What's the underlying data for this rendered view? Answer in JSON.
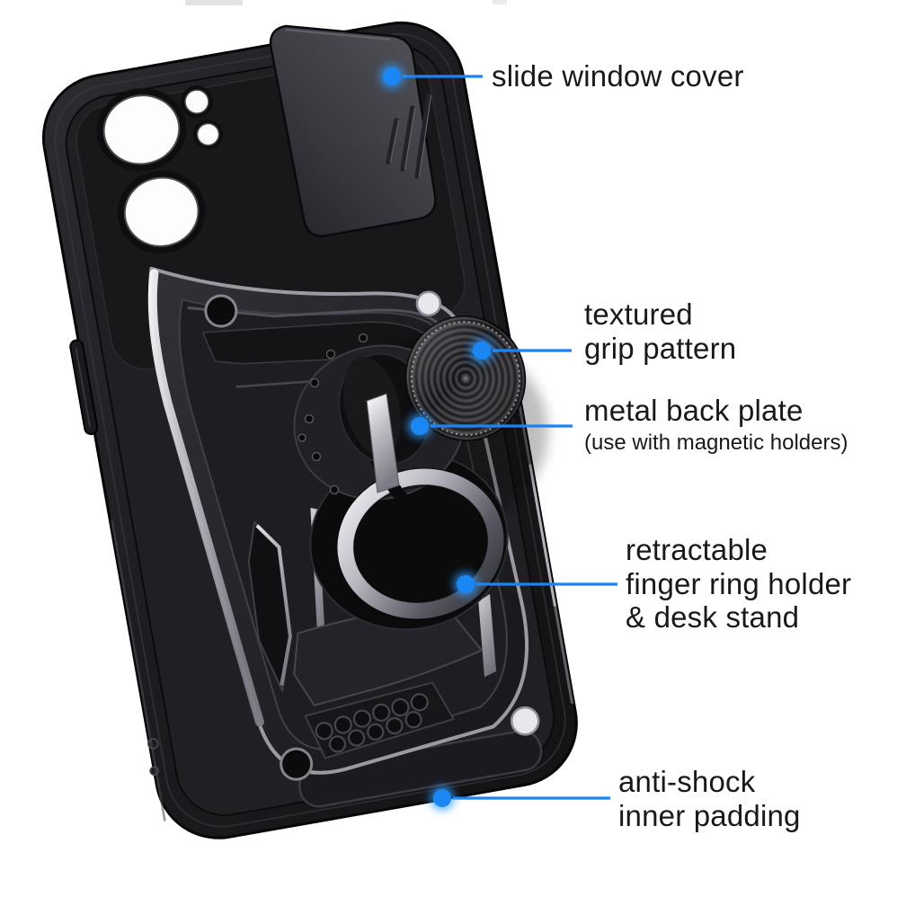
{
  "figure": {
    "description": "black armor phone case with slide camera window cover, textured metal back plate and retractable ring kickstand, annotated with feature callouts",
    "background": "#ffffff"
  },
  "colors": {
    "accent_blue": "#1b87f5",
    "callout_line_blue": "#1b84f5",
    "label_text": "#191919",
    "case_black": "#1c1c20",
    "metal_silver": "#c9c9d0"
  },
  "callouts": {
    "slide_window_cover": {
      "label": "slide window cover"
    },
    "textured_grip_pattern": {
      "line1": "textured",
      "line2": "grip pattern"
    },
    "metal_back_plate": {
      "label": "metal back plate",
      "note": "(use with magnetic holders)"
    },
    "ring_holder": {
      "line1": "retractable",
      "line2": "finger ring holder",
      "line3": "& desk stand"
    },
    "inner_padding": {
      "line1": "anti-shock",
      "line2": "inner padding"
    }
  }
}
